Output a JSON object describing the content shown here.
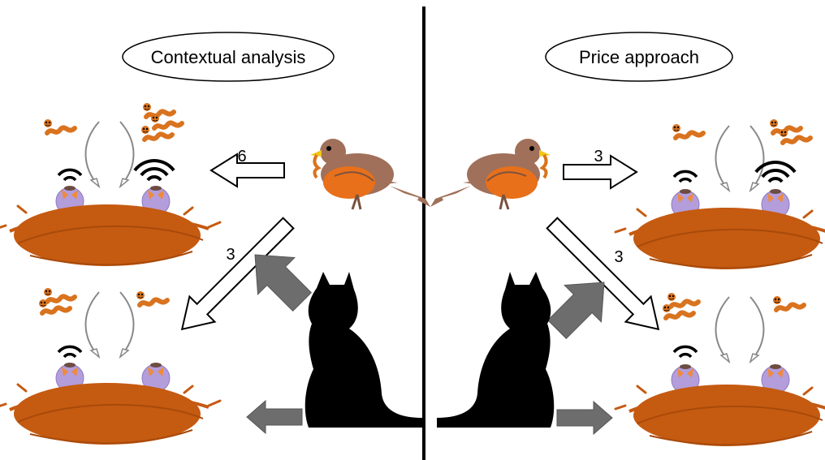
{
  "panels": {
    "left": {
      "title": "Contextual analysis"
    },
    "right": {
      "title": "Price approach"
    }
  },
  "arrows": {
    "left_top_value": "6",
    "left_diag_value": "3",
    "right_top_value": "3",
    "right_diag_value": "3"
  },
  "colors": {
    "nest": "#c55a11",
    "chick": "#b39ddb",
    "beak": "#f08a3c",
    "worm": "#d9731f",
    "cat": "#000000",
    "grey_arrow": "#6d6d6d",
    "robin_back": "#a0705a",
    "robin_breast": "#e8701a"
  },
  "icons": [
    "worm-icon",
    "chick-icon",
    "signal-icon",
    "nest-icon",
    "robin-icon",
    "cat-icon"
  ]
}
